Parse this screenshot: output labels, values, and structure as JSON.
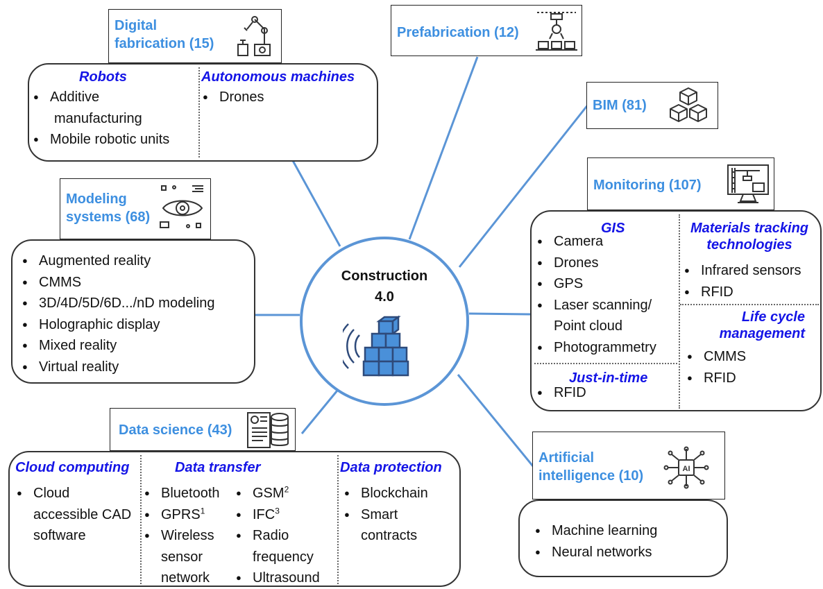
{
  "center": {
    "line1": "Construction",
    "line2": "4.0"
  },
  "digital_fabrication": {
    "title1": "Digital",
    "title2": "fabrication (15)",
    "col1": {
      "header": "Robots",
      "items": [
        "Additive",
        "manufacturing",
        "Mobile robotic units"
      ]
    },
    "col2": {
      "header": "Autonomous machines",
      "items": [
        "Drones"
      ]
    }
  },
  "prefabrication": {
    "title": "Prefabrication (12)"
  },
  "bim": {
    "title": "BIM (81)"
  },
  "modeling": {
    "title1": "Modeling",
    "title2": "systems (68)",
    "items": [
      "Augmented reality",
      "CMMS",
      "3D/4D/5D/6D.../nD modeling",
      "Holographic display",
      "Mixed reality",
      "Virtual reality"
    ]
  },
  "monitoring": {
    "title": "Monitoring (107)",
    "gis": {
      "header": "GIS",
      "items": [
        "Camera",
        "Drones",
        "GPS",
        "Laser scanning/",
        "Point cloud",
        "Photogrammetry"
      ]
    },
    "jit": {
      "header": "Just-in-time",
      "items": [
        "RFID"
      ]
    },
    "materials": {
      "header1": "Materials tracking",
      "header2": "technologies",
      "items": [
        "Infrared sensors",
        "RFID"
      ]
    },
    "lifecycle": {
      "header1": "Life cycle",
      "header2": "management",
      "items": [
        "CMMS",
        "RFID"
      ]
    }
  },
  "data_science": {
    "title": "Data science (43)",
    "cloud": {
      "header": "Cloud computing",
      "items": [
        "Cloud",
        "accessible CAD",
        "software"
      ]
    },
    "transfer": {
      "header": "Data transfer",
      "col1": [
        "Bluetooth",
        "GPRS",
        "Wireless",
        "sensor",
        "network"
      ],
      "col2": [
        "GSM",
        "IFC",
        "Radio",
        "frequency",
        "Ultrasound"
      ],
      "sup_gprs": "1",
      "sup_gsm": "2",
      "sup_ifc": "3"
    },
    "protection": {
      "header": "Data protection",
      "items": [
        "Blockchain",
        "Smart",
        "contracts"
      ]
    }
  },
  "ai": {
    "title1": "Artificial",
    "title2": "intelligence (10)",
    "items": [
      "Machine learning",
      "Neural networks"
    ]
  },
  "colors": {
    "title": "#3d8fe0",
    "header": "#1414e6",
    "connector": "#5b95d6"
  }
}
